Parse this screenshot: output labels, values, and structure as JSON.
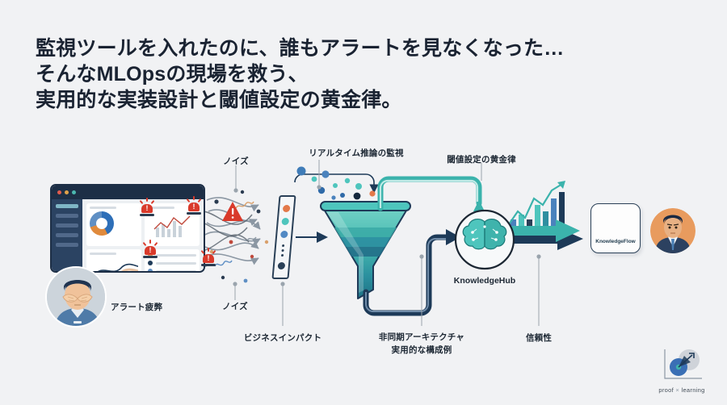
{
  "background": "#f1f2f4",
  "title": {
    "lines": [
      "監視ツールを入れたのに、誰もアラートを見なくなった…",
      "そんなMLOpsの現場を救う、",
      "実用的な実装設計と閾値設定の黄金律。"
    ],
    "color": "#1a2332"
  },
  "diagram": {
    "labels": {
      "noise_top": "ノイズ",
      "noise_bottom": "ノイズ",
      "alert_fatigue": "アラート疲弊",
      "realtime_monitoring": "リアルタイム推論の監視",
      "threshold_golden_rule": "閾値設定の黄金律",
      "business_impact": "ビジネスインパクト",
      "async_architecture_line1": "非同期アーキテクチャ",
      "async_architecture_line2": "実用的な構成例",
      "reliability": "信頼性",
      "knowledge_hub": "KnowledgeHub",
      "knowledge_flow": "KnowledgeFlow"
    },
    "colors": {
      "teal": "#3bb3ac",
      "teal_light": "#6ecfc4",
      "navy": "#1d3a58",
      "navy_dark": "#16283d",
      "alert_red": "#d93a2b",
      "orange": "#e08a3c",
      "blue": "#4a82bd",
      "gray_arrow": "#8b97a3",
      "leader_gray": "#9aa4ad"
    },
    "filter_dots": [
      "#e3794a",
      "#4ec5bd",
      "#5189c4",
      "#2a4057"
    ],
    "sirens_count": 4
  },
  "brand": {
    "name_primary": "proof",
    "name_sep": "×",
    "name_secondary": "learning"
  }
}
